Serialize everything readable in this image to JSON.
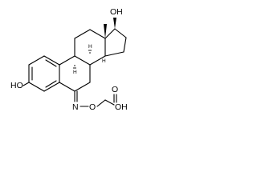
{
  "molecule": {
    "labels": {
      "hydroxyl_3": "HO",
      "hydroxyl_17": "OH",
      "oxime_n": "N",
      "oxime_o": "O",
      "acid_oh": "OH",
      "acid_o": "O"
    },
    "stereo_hydrogens": {
      "h8": "H",
      "h9": "H",
      "h14": "H"
    },
    "ink_color": "#000000",
    "background_color": "#ffffff"
  }
}
